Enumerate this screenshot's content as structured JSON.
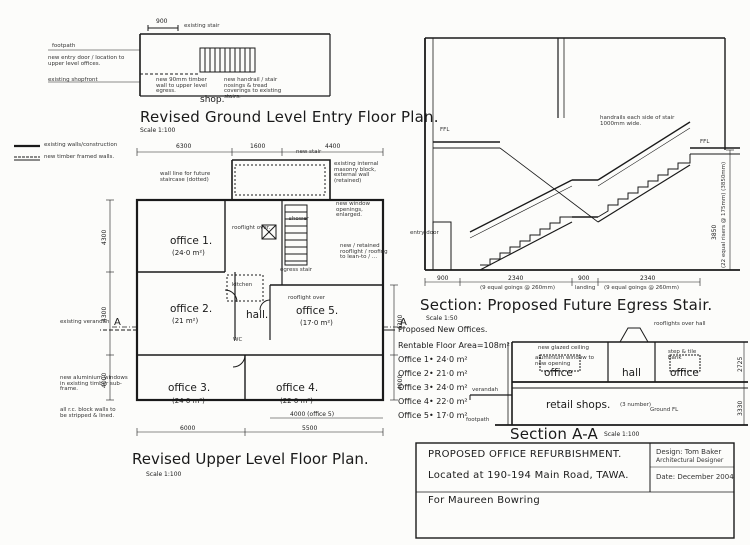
{
  "ground_plan": {
    "title": "Revised Ground Level Entry Floor Plan.",
    "scale": "Scale 1:100",
    "shop_label": "shop.",
    "notes": {
      "footpath": "footpath",
      "new_entry_door": "new entry door / location to upper level offices.",
      "existing_shopfront": "existing shopfront",
      "existing_stair": "existing stair",
      "new_wall": "new 90mm timber wall to upper level egress.",
      "new_handrail": "new handrail / stair nosings & tread coverings to existing stairs.",
      "dim_900": "900"
    }
  },
  "legend": {
    "existing_walls": "existing walls/construction",
    "new_timber_walls": "new timber framed walls."
  },
  "upper_plan": {
    "title": "Revised Upper Level Floor Plan.",
    "scale": "Scale 1:100",
    "rooms": [
      {
        "name": "office 1.",
        "area": "(24·0 m²)"
      },
      {
        "name": "office 2.",
        "area": "(21 m²)"
      },
      {
        "name": "office 3.",
        "area": "(24·0 m²)"
      },
      {
        "name": "office 4.",
        "area": "(22·0 m²)"
      },
      {
        "name": "office 5.",
        "area": "(17·0 m²)"
      }
    ],
    "kitchen": "kitchen",
    "hall": "hall.",
    "wc": "WC",
    "notes": {
      "wall_line": "wall line for future staircase (dotted)",
      "rooflight_over": "rooflight over.",
      "existing_internal": "existing internal masonry block, external wall (retained)",
      "new_window": "new window openings, enlarged.",
      "new_rooflight": "new / retained rooflight / roofing to lean-to / ...",
      "existing_verandah": "existing verandah",
      "new_aluminium": "new aluminium windows in existing timber sub-frame.",
      "all_rc_block": "all r.c. block walls to be stripped & lined.",
      "rooflight_over_5": "rooflight over",
      "new_stair": "new stair",
      "egress_stair": "egress stair",
      "shower": "shower",
      "note_a": "A",
      "note_a2": "A"
    },
    "dims": {
      "top_left": "6300",
      "top_mid": "1600",
      "top_right": "4400",
      "left_1": "4300",
      "left_2": "4300",
      "left_3": "4000",
      "bottom_left": "6000",
      "bottom_right": "5500",
      "office5_dim": "4000 (office 5)",
      "right_1": "4300",
      "right_2": "4000"
    }
  },
  "section_stair": {
    "title": "Section: Proposed Future Egress Stair.",
    "scale": "Scale 1:50",
    "notes": {
      "handrail": "handrails each side of stair 1000mm wide.",
      "entry_door": "entry door",
      "ffl_upper": "FFL",
      "ffl_lower": "FFL",
      "goings_left": "(9 equal goings @ 260mm)",
      "goings_right": "(9 equal goings @ 260mm)",
      "landing": "landing",
      "risers": "(22 equal risers @ 175mm) (3850mm)"
    },
    "dims": {
      "d900": "900",
      "d2340a": "2340",
      "d900b": "900",
      "d2340b": "2340",
      "height": "3850"
    }
  },
  "offices_list": {
    "heading": "Proposed New Offices.",
    "rentable": "Rentable Floor Area=108m²",
    "items": [
      "Office 1• 24·0 m²",
      "Office 2• 21·0 m²",
      "Office 3• 24·0 m²",
      "Office 4• 22·0 m²",
      "Office 5• 17·0 m²"
    ]
  },
  "section_aa": {
    "title": "Section A-A",
    "scale": "Scale 1:100",
    "labels": {
      "office_left": "office",
      "hall": "hall",
      "office_right": "office",
      "retail": "retail shops.",
      "retail_note": "(3 number)",
      "rooflights": "rooflights over hall",
      "new_glazed": "new glazed ceiling",
      "aluminium": "aluminium window to new opening",
      "stepstile": "step & tile bank",
      "verandah": "verandah",
      "footpath": "footpath",
      "ground": "Ground FL"
    },
    "dims": {
      "upper": "2725",
      "lower": "3330"
    }
  },
  "title_block": {
    "line1": "PROPOSED OFFICE REFURBISHMENT.",
    "line2": "Located at 190-194 Main Road, TAWA.",
    "line3": "For Maureen Bowring",
    "design": "Design: Tom Baker",
    "designer": "Architectural Designer",
    "date": "Date: December 2004"
  }
}
